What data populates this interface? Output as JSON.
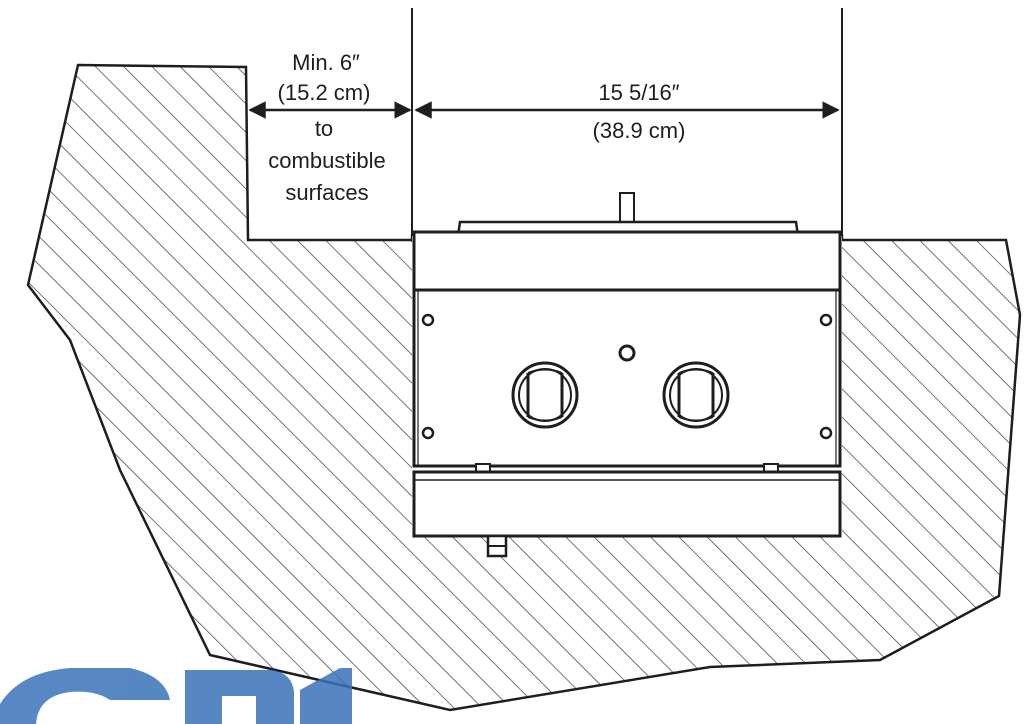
{
  "clearance_label": {
    "line1": "Min. 6″",
    "line2": "(15.2 cm)",
    "line3": "to",
    "line4": "combustible",
    "line5": "surfaces"
  },
  "width_label": {
    "imperial": "15 5/16″",
    "metric": "(38.9 cm)"
  },
  "colors": {
    "ink": "#1e1e1e",
    "hatch": "#3a3a3a",
    "background": "#ffffff",
    "watermark": "#3a73b8"
  }
}
